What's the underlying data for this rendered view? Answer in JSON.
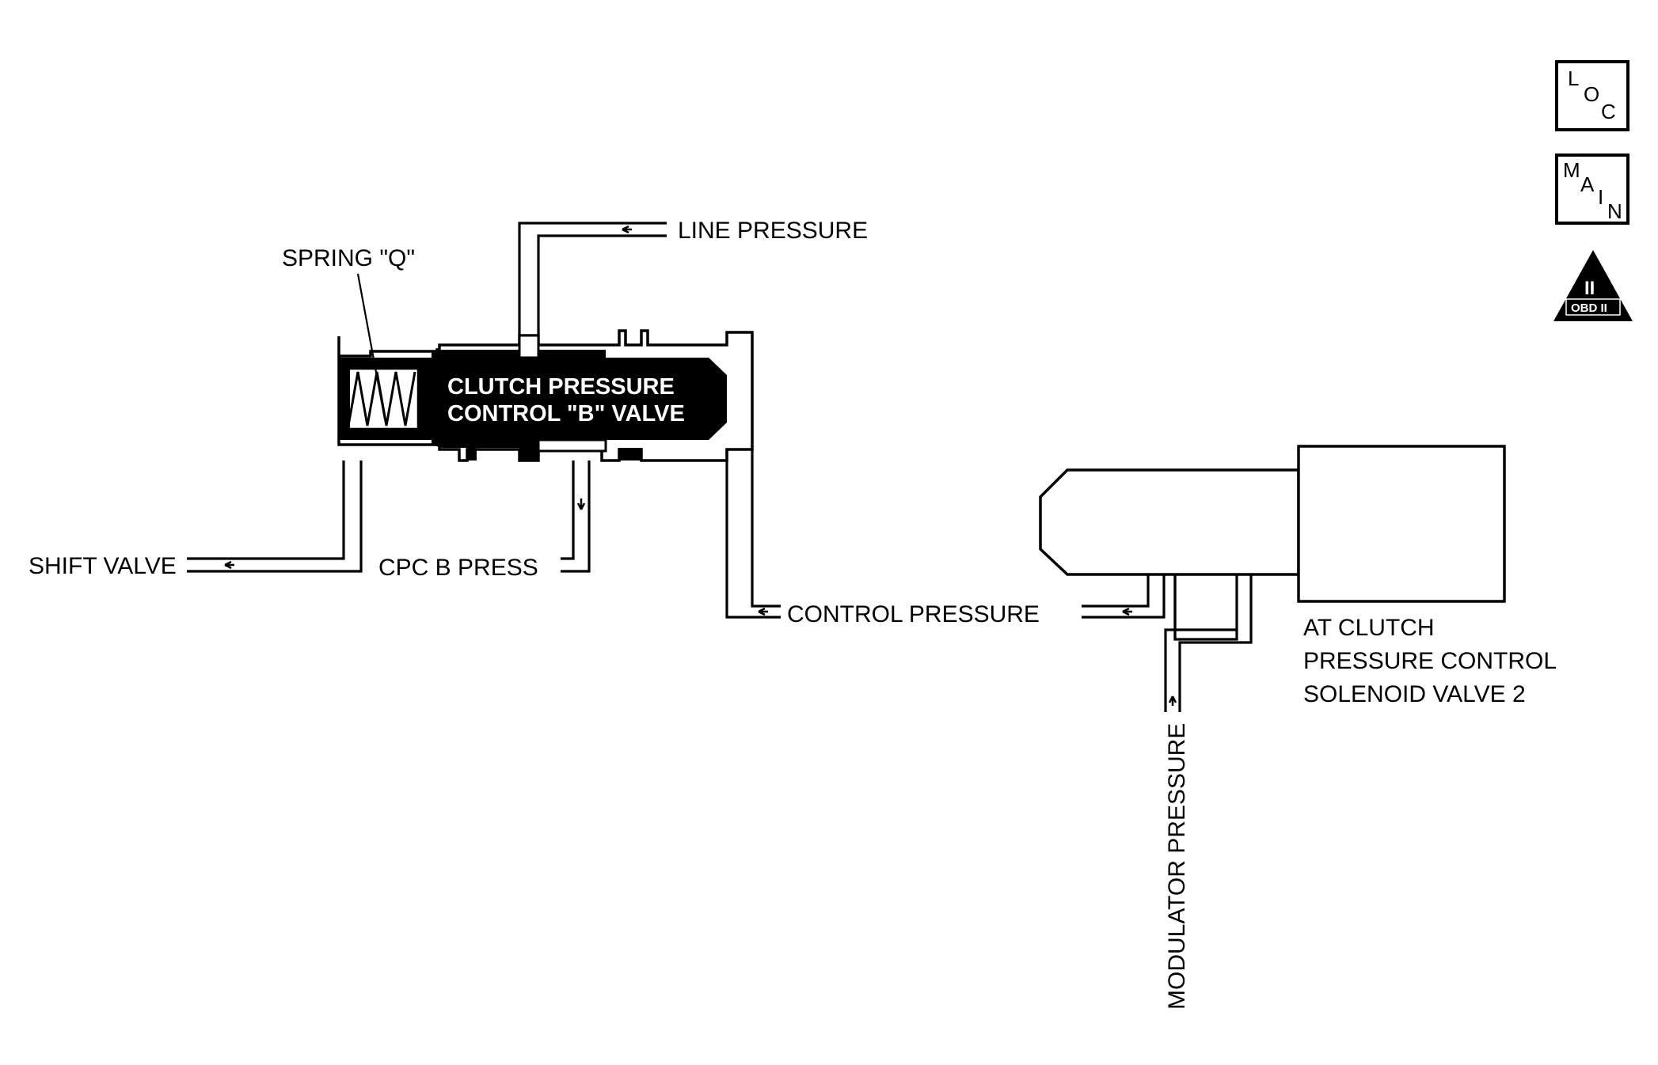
{
  "labels": {
    "spring": "SPRING \"Q\"",
    "line_pressure": "LINE PRESSURE",
    "valve_line1": "CLUTCH PRESSURE",
    "valve_line2": "CONTROL \"B\" VALVE",
    "shift_valve": "SHIFT VALVE",
    "cpc_b_press": "CPC B PRESS",
    "control_pressure": "CONTROL PRESSURE",
    "solenoid_line1": "AT CLUTCH",
    "solenoid_line2": "PRESSURE CONTROL",
    "solenoid_line3": "SOLENOID VALVE 2",
    "modulator_pressure": "MODULATOR PRESSURE"
  },
  "icons": {
    "loc": {
      "l1": "L",
      "l2": "O",
      "l3": "C"
    },
    "main": {
      "l1": "M",
      "l2": "A",
      "l3": "I",
      "l4": "N"
    },
    "obd": {
      "numeral": "II",
      "text": "OBD II"
    }
  }
}
